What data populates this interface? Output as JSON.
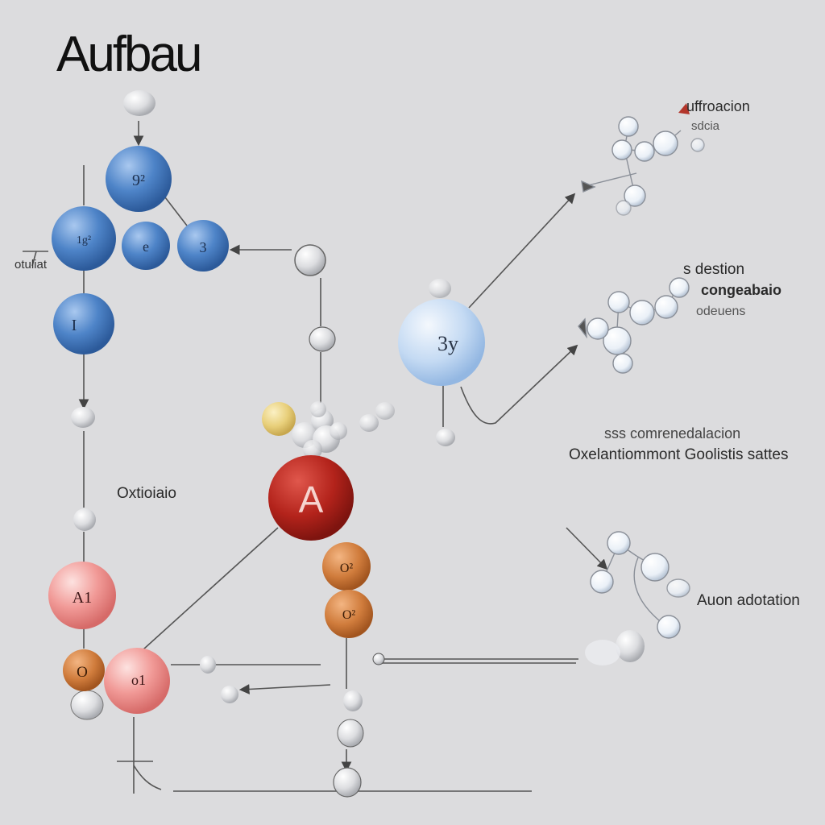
{
  "title": "Aufbau",
  "labels": {
    "left_side": "otuliat",
    "oxidation_left": "Oxtioiaio",
    "top_right_1": "uffroacion",
    "top_right_2": "sdcia",
    "mid_right_1": "s destion",
    "mid_right_2": "congeabaio",
    "mid_right_3": "odeuens",
    "right_1": "sss comrenedalacion",
    "right_2": "Oxelantiommont Goolistis sattes",
    "bottom_right": "Auon adotation"
  },
  "spheres": {
    "blue_top": "9²",
    "blue_left": "1g²",
    "blue_mid": "e",
    "blue_right": "3",
    "blue_low": "I",
    "light_blue_big": "3y",
    "red_big": "A",
    "orange_1": "O²",
    "orange_2": "O²",
    "pink_left": "A1",
    "orange_small": "O",
    "pink_bottom": "o1"
  },
  "colors": {
    "blue": "#4a7fc4",
    "light_blue": "#b9d3f0",
    "red": "#b8241c",
    "orange": "#d07c3c",
    "pink": "#ef8e8e",
    "grey_ball": "#d3d3d6"
  }
}
